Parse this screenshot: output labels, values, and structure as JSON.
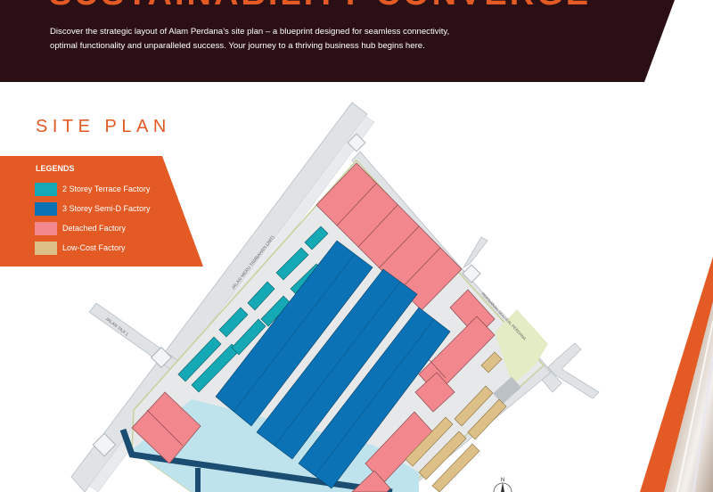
{
  "header": {
    "headline": "SUSTAINABILITY CONVERGE",
    "intro_line1": "Discover the strategic layout of Alam Perdana’s site plan – a blueprint designed for seamless connectivity,",
    "intro_line2": "optimal functionality and unparalleled success. Your journey to a thriving business hub begins here."
  },
  "site_plan": {
    "title": "SITE PLAN",
    "legend": {
      "title": "LEGENDS",
      "items": [
        {
          "label": "2 Storey Terrace Factory",
          "color": "#14a9b5"
        },
        {
          "label": "3 Storey Semi-D Factory",
          "color": "#0b73b5"
        },
        {
          "label": "Detached Factory",
          "color": "#f2878d"
        },
        {
          "label": "Low-Cost Factory",
          "color": "#ddc088"
        }
      ]
    },
    "road_labels": {
      "main_road": "JALAN MERU TAMBAHAN (JMT)",
      "side_road": "JALAN TAJI 1",
      "east_road": "PERSIARAN SENTRAL PERDANA"
    },
    "compass": "N"
  },
  "colors": {
    "dark_band": "#2a1014",
    "accent_orange": "#e35a24",
    "road": "#dfe3e6",
    "green_area": "#e3ecc4",
    "water": "#bfe3ec",
    "drain": "#1b4d72"
  }
}
